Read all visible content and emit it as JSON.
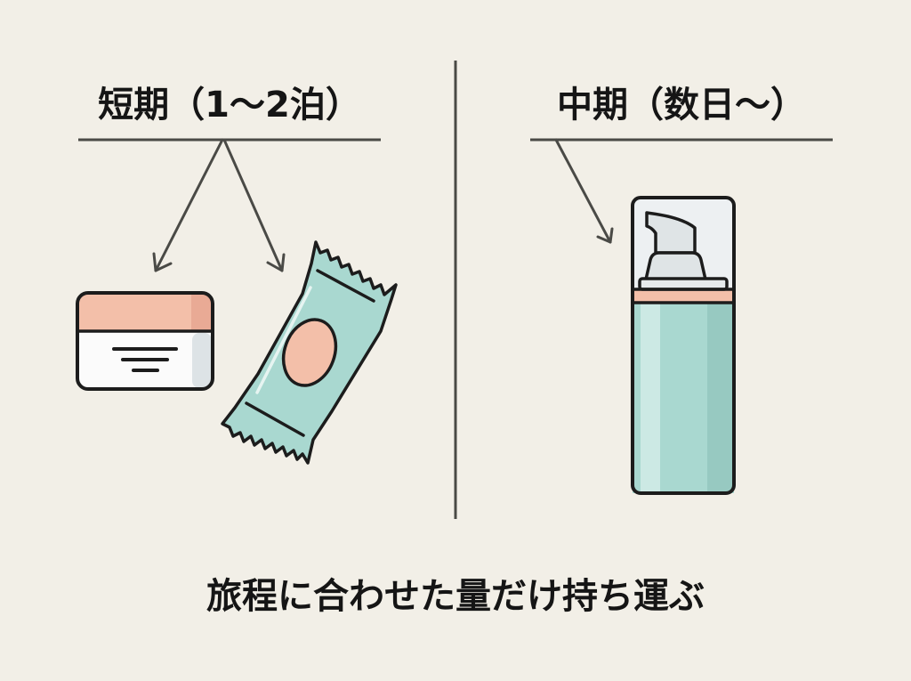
{
  "left_panel": {
    "title": "短期（1〜2泊）",
    "items": [
      {
        "name": "cream-jar",
        "icon": "jar-icon"
      },
      {
        "name": "sachet-packet",
        "icon": "sachet-icon"
      }
    ]
  },
  "right_panel": {
    "title": "中期（数日〜）",
    "items": [
      {
        "name": "pump-bottle",
        "icon": "pump-bottle-icon"
      }
    ]
  },
  "caption": "旅程に合わせた量だけ持ち運ぶ",
  "colors": {
    "background": "#f2efe7",
    "line": "#4a4a46",
    "outline": "#1c1c1c",
    "peach": "#f3bfa9",
    "mint": "#a9d8d0",
    "white": "#fbfbfb",
    "pump_gray": "#dfe4e6"
  }
}
